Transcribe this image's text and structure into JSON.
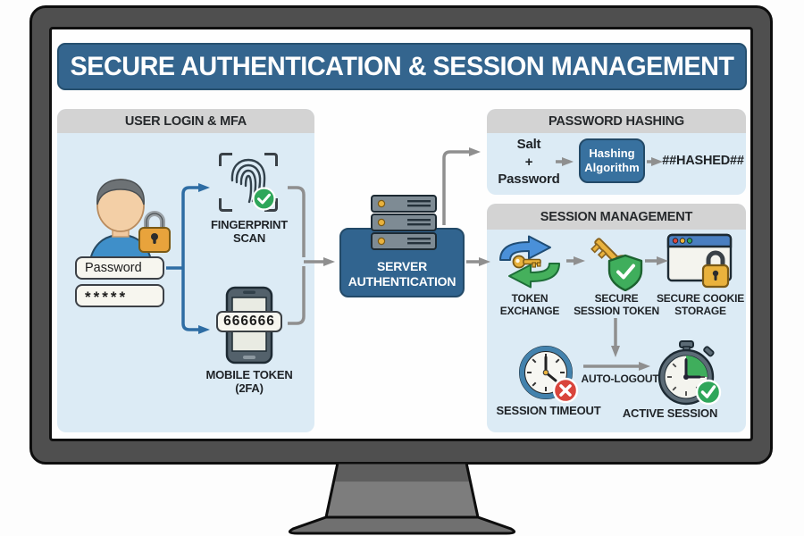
{
  "title": "SECURE AUTHENTICATION & SESSION MANAGEMENT",
  "colors": {
    "accent_blue": "#34658e",
    "panel_blue": "#dcebf5",
    "header_gray": "#d3d3d3",
    "arrow_blue": "#2e6da4",
    "arrow_gray": "#8f8f8f",
    "success_green": "#2fa65a",
    "error_red": "#d9453c",
    "gold": "#e9b23d"
  },
  "login": {
    "header": "USER LOGIN & MFA",
    "password_value": "Password",
    "password_masked": "*****",
    "fingerprint_label": "FINGERPRINT SCAN",
    "mobile_code": "666666",
    "mobile_label": "MOBILE TOKEN (2FA)"
  },
  "server": {
    "label": "SERVER AUTHENTICATION"
  },
  "hashing": {
    "header": "PASSWORD HASHING",
    "input_lines": [
      "Salt",
      "+",
      "Password"
    ],
    "algorithm_lines": [
      "Hashing",
      "Algorithm"
    ],
    "output": "##HASHED##"
  },
  "session": {
    "header": "SESSION MANAGEMENT",
    "token_exchange_label": "TOKEN EXCHANGE",
    "session_token_label": "SECURE SESSION TOKEN",
    "cookie_storage_label": "SECURE COOKIE STORAGE",
    "timeout_label": "SESSION TIMEOUT",
    "auto_logout_label": "AUTO-LOGOUT",
    "active_label": "ACTIVE SESSION"
  }
}
